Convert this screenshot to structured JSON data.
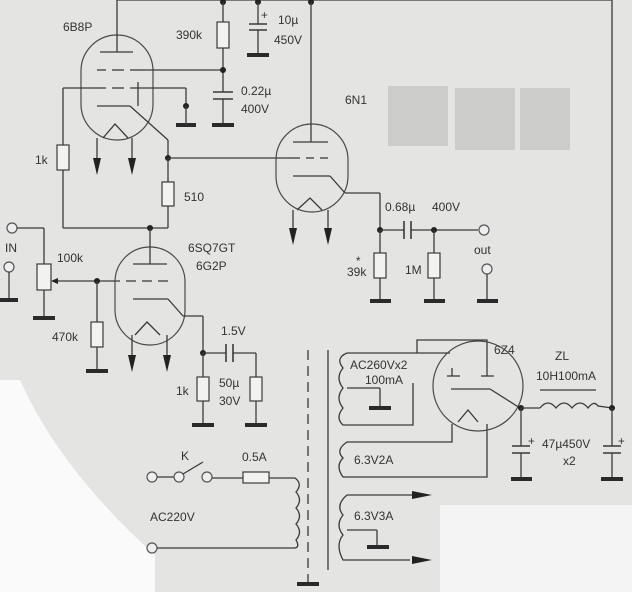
{
  "diagram": {
    "type": "vacuum tube amplifier schematic",
    "tubes": {
      "v1": {
        "label": "6B8P"
      },
      "v2": {
        "label": "6N1"
      },
      "v3": {
        "label_line1": "6SQ7GT",
        "label_line2": "6G2P"
      },
      "rect": {
        "label": "6Z4"
      }
    },
    "components": {
      "r_390k": "390k",
      "c_10u": {
        "value": "10µ",
        "voltage": "450V"
      },
      "c_022u": {
        "value": "0.22µ",
        "voltage": "400V"
      },
      "r_1k_top": "1k",
      "r_510": "510",
      "r_100k": "100k",
      "r_470k": "470k",
      "c_068u": {
        "value": "0.68µ",
        "voltage": "400V"
      },
      "r_39k": "39k",
      "r_39k_mark": "*",
      "r_1M": "1M",
      "r_1k_cathode": "1k",
      "c_50u": {
        "value": "50µ",
        "voltage": "30V"
      },
      "cathode_voltage": "1.5V",
      "choke": {
        "name": "ZL",
        "value": "10H100mA"
      },
      "filter_caps": {
        "value": "47µ450V",
        "count": "x2"
      },
      "fuse": "0.5A",
      "switch": "K"
    },
    "terminals": {
      "input": "IN",
      "output": "out",
      "mains": "AC220V"
    },
    "transformer": {
      "hv_winding": {
        "line1": "AC260Vx2",
        "line2": "100mA"
      },
      "rect_heater": "6.3V2A",
      "tube_heater": "6.3V3A"
    }
  }
}
